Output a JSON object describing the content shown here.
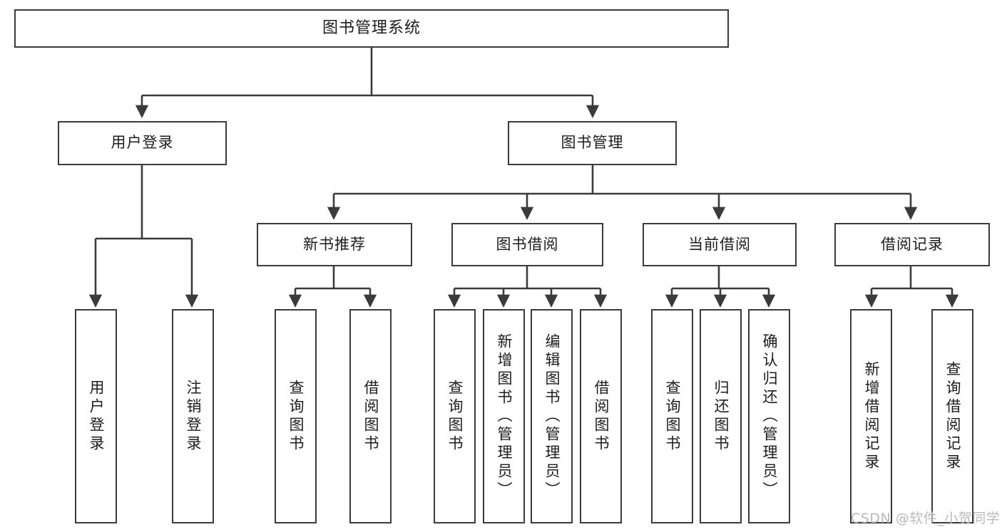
{
  "diagram": {
    "title": "图书管理系统",
    "type": "hierarchy-tree",
    "watermark": "CSDN @软件_小贺同学",
    "colors": {
      "box_border": "#3b3b3b",
      "box_fill": "#ffffff",
      "connector": "#3b3b3b",
      "text": "#1c1c1c",
      "watermark": "#b9b9b9",
      "background": "#ffffff"
    },
    "nodes": {
      "root": {
        "label": "图书管理系统"
      },
      "level2": [
        {
          "id": "user-login",
          "label": "用户登录"
        },
        {
          "id": "book-management",
          "label": "图书管理"
        }
      ],
      "level3": [
        {
          "id": "new-book-recommend",
          "label": "新书推荐"
        },
        {
          "id": "book-borrow",
          "label": "图书借阅"
        },
        {
          "id": "current-borrow",
          "label": "当前借阅"
        },
        {
          "id": "borrow-record",
          "label": "借阅记录"
        }
      ],
      "leaves": {
        "user_login": [
          {
            "id": "leaf-user-login",
            "label": "用户登录"
          },
          {
            "id": "leaf-logout-login",
            "label": "注销登录"
          }
        ],
        "new_book_recommend": [
          {
            "id": "leaf-query-book-1",
            "label": "查询图书"
          },
          {
            "id": "leaf-borrow-book-1",
            "label": "借阅图书"
          }
        ],
        "book_borrow": [
          {
            "id": "leaf-query-book-2",
            "label": "查询图书"
          },
          {
            "id": "leaf-add-book",
            "label": "新增图书（管理员）"
          },
          {
            "id": "leaf-edit-book",
            "label": "编辑图书（管理员）"
          },
          {
            "id": "leaf-borrow-book-2",
            "label": "借阅图书"
          }
        ],
        "current_borrow": [
          {
            "id": "leaf-query-book-3",
            "label": "查询图书"
          },
          {
            "id": "leaf-return-book",
            "label": "归还图书"
          },
          {
            "id": "leaf-confirm-return",
            "label": "确认归还（管理员）"
          }
        ],
        "borrow_record": [
          {
            "id": "leaf-add-record",
            "label": "新增借阅记录"
          },
          {
            "id": "leaf-query-record",
            "label": "查询借阅记录"
          }
        ]
      }
    }
  }
}
